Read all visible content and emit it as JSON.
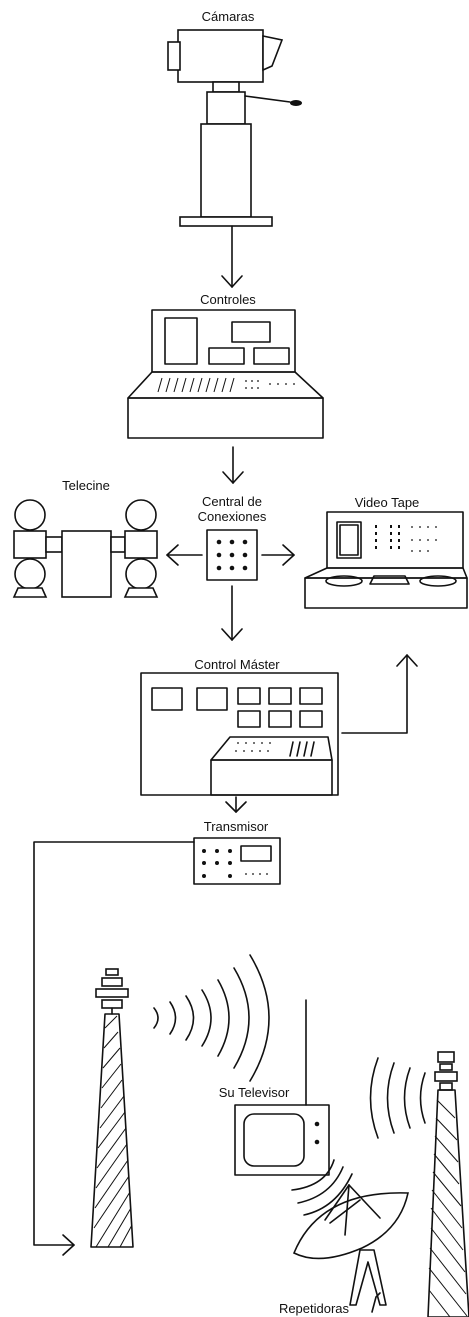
{
  "labels": {
    "camaras": "Cámaras",
    "controles": "Controles",
    "telecine": "Telecine",
    "central": [
      "Central de",
      "Conexiones"
    ],
    "video_tape": "Video Tape",
    "control_master": "Control Máster",
    "transmisor": "Transmisor",
    "su_televisor": "Su Televisor",
    "repetidoras": "Repetidoras"
  }
}
